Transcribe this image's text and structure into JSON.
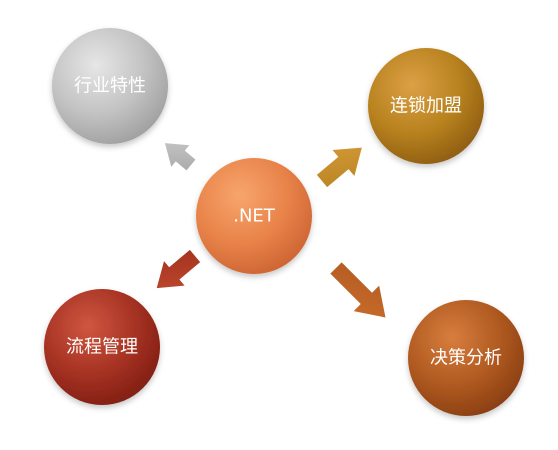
{
  "diagram": {
    "center": {
      "label": ".NET",
      "color": "#e8834a"
    },
    "nodes": [
      {
        "id": "industry",
        "label": "行业特性",
        "color": "#b7b7b7"
      },
      {
        "id": "franchise",
        "label": "连锁加盟",
        "color": "#b07a22"
      },
      {
        "id": "process",
        "label": "流程管理",
        "color": "#a63223"
      },
      {
        "id": "decision",
        "label": "决策分析",
        "color": "#b05a21"
      }
    ]
  }
}
